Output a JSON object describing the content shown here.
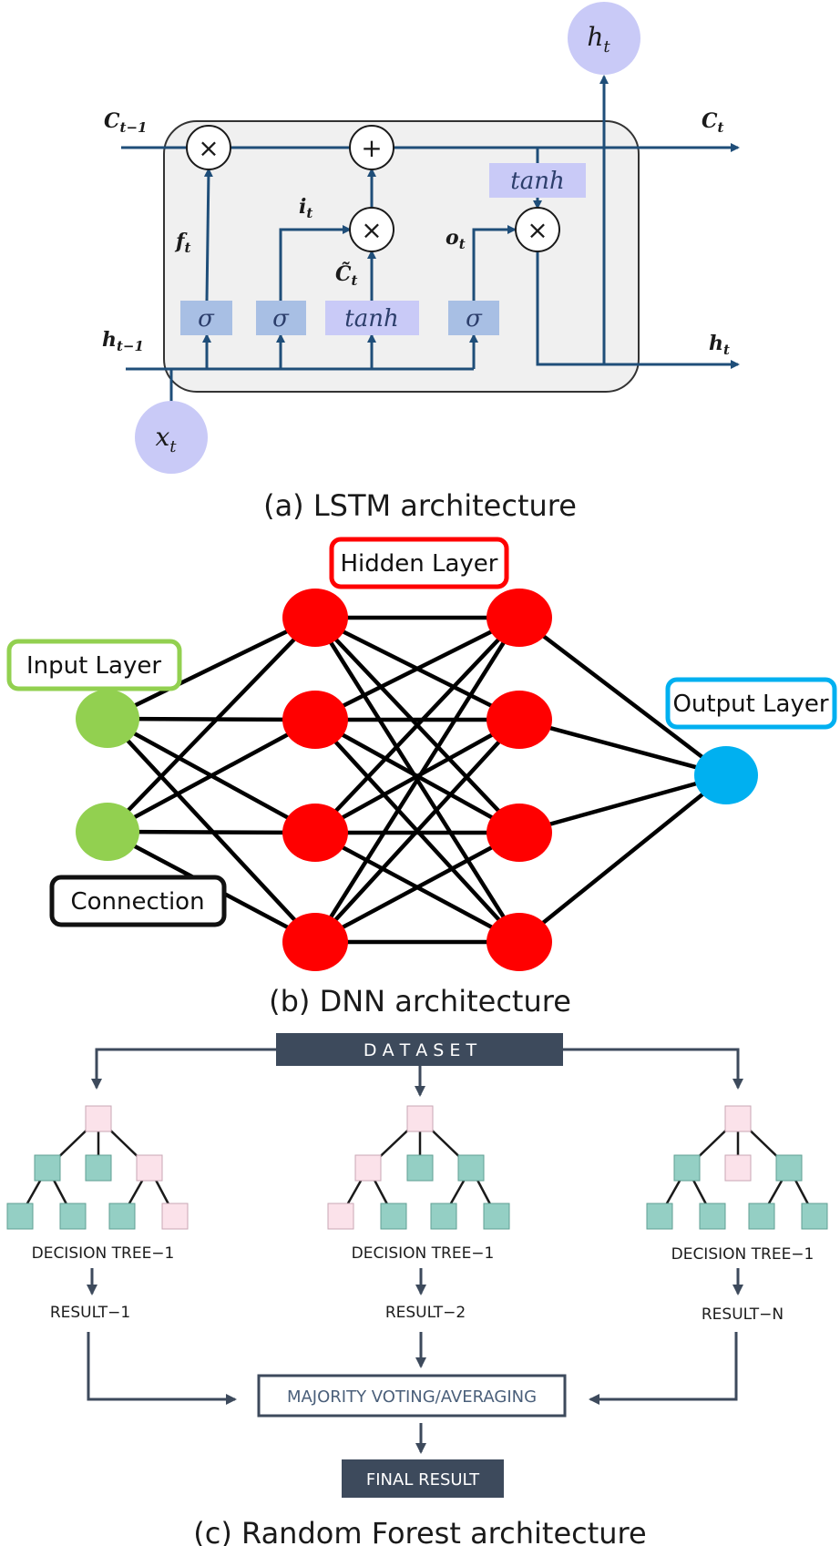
{
  "lstm": {
    "caption": "(a) LSTM architecture",
    "c_prev": "C",
    "c_prev_sub": "t−1",
    "c_t": "C",
    "c_t_sub": "t",
    "h_prev": "h",
    "h_prev_sub": "t−1",
    "h_t": "h",
    "h_t_sub": "t",
    "h_top": "h",
    "h_top_sub": "t",
    "x_t": "x",
    "x_t_sub": "t",
    "f_t": "f",
    "f_t_sub": "t",
    "i_t": "i",
    "i_t_sub": "t",
    "o_t": "o",
    "o_t_sub": "t",
    "c_tilde": "C̃",
    "c_tilde_sub": "t",
    "sigma": "σ",
    "tanh": "tanh",
    "times": "×",
    "plus": "+"
  },
  "dnn": {
    "caption": "(b) DNN architecture",
    "input_label": "Input Layer",
    "hidden_label": "Hidden Layer",
    "output_label": "Output Layer",
    "connection_label": "Connection",
    "colors": {
      "input": "#92d050",
      "hidden": "#ff0000",
      "output": "#00b0f0"
    }
  },
  "rf": {
    "caption": "(c) Random Forest architecture",
    "dataset": "D A T A S E T",
    "trees": [
      {
        "label": "DECISION TREE−1",
        "result": "RESULT−1"
      },
      {
        "label": "DECISION TREE−1",
        "result": "RESULT−2"
      },
      {
        "label": "DECISION TREE−1",
        "result": "RESULT−N"
      }
    ],
    "voting": "MAJORITY VOTING/AVERAGING",
    "final": "FINAL RESULT",
    "colors": {
      "teal": "#94cfc4",
      "pink": "#fbe2ea",
      "dark": "#3d4a5c"
    }
  }
}
